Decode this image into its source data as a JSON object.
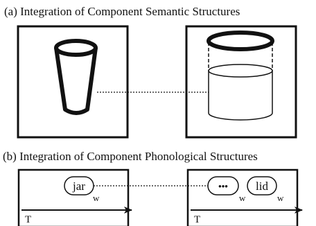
{
  "panel_a": {
    "title": "(a) Integration of Component Semantic Structures",
    "left_box_icon": "cup-icon",
    "right_box_icon": "jar-icon"
  },
  "panel_b": {
    "title": "(b) Integration of Component Phonological Structures",
    "word_jar": "jar",
    "word_ellipsis": "•••",
    "word_lid": "lid",
    "word_subscript": "w",
    "time_label": "T"
  },
  "colors": {
    "ink": "#111111",
    "background": "#ffffff"
  }
}
